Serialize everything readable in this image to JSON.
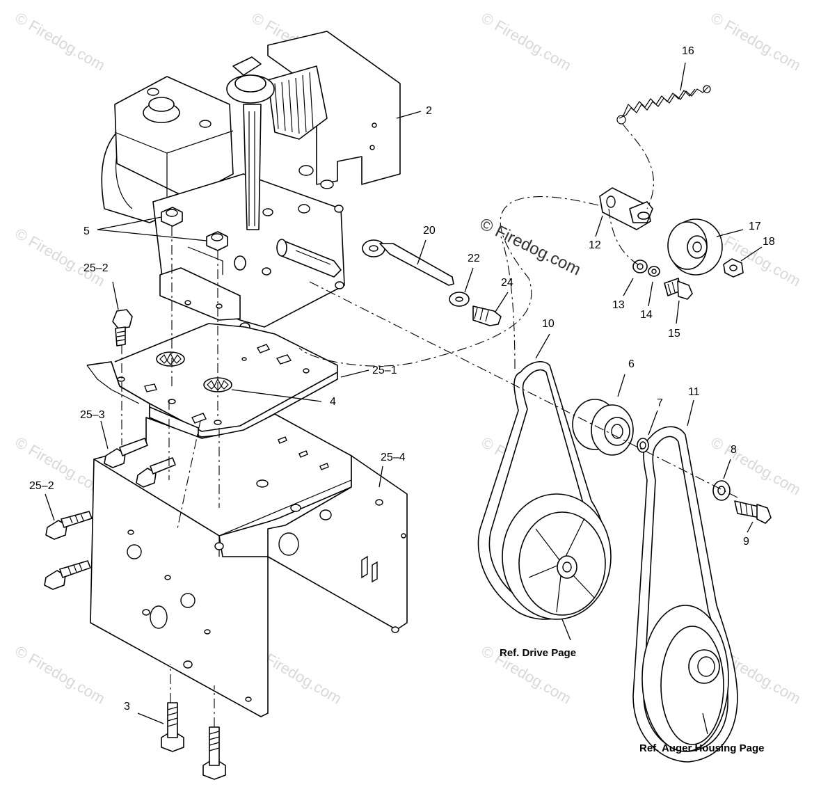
{
  "diagram": {
    "callouts": {
      "c2": "2",
      "c3": "3",
      "c4": "4",
      "c5": "5",
      "c6": "6",
      "c7": "7",
      "c8": "8",
      "c9": "9",
      "c10": "10",
      "c11": "11",
      "c12": "12",
      "c13": "13",
      "c14": "14",
      "c15": "15",
      "c16": "16",
      "c17": "17",
      "c18": "18",
      "c20": "20",
      "c22": "22",
      "c24": "24",
      "c25_1": "25–1",
      "c25_2a": "25–2",
      "c25_2b": "25–2",
      "c25_3": "25–3",
      "c25_4": "25–4"
    },
    "references": {
      "drive": "Ref. Drive Page",
      "auger": "Ref. Auger Housing Page"
    },
    "watermark": {
      "main": "© Firedog.com",
      "tile": "© Firedog.com"
    }
  }
}
